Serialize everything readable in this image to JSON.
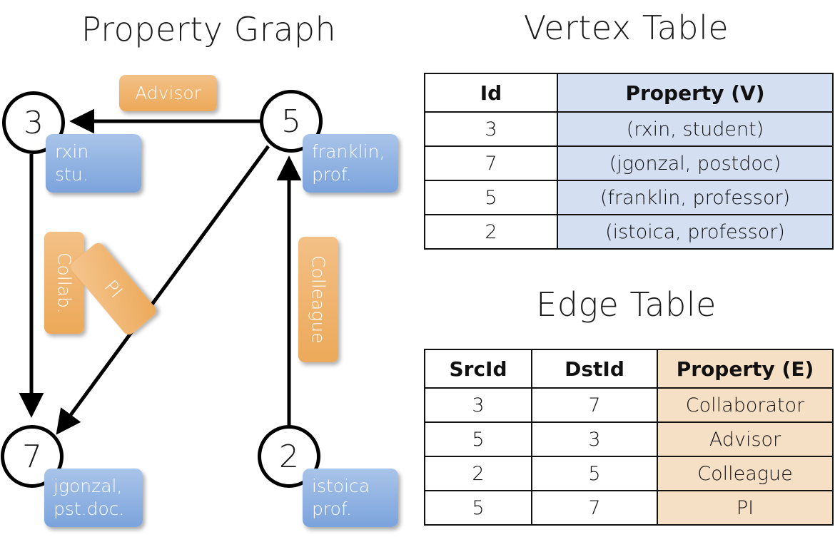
{
  "titles": {
    "property_graph": "Property Graph",
    "vertex_table": "Vertex Table",
    "edge_table": "Edge Table"
  },
  "colors": {
    "vertex_cell": "#d4dff1",
    "edge_cell": "#f5dfc5",
    "property_box": "#7ba3dc",
    "edge_label_box": "#eca959",
    "stroke": "#000000"
  },
  "graph": {
    "nodes": [
      {
        "id": "3",
        "property": "rxin\nstu."
      },
      {
        "id": "5",
        "property": "franklin,\nprof."
      },
      {
        "id": "7",
        "property": "jgonzal,\npst.doc."
      },
      {
        "id": "2",
        "property": "istoica\nprof."
      }
    ],
    "node_labels": {
      "n3": "3",
      "n5": "5",
      "n7": "7",
      "n2": "2"
    },
    "property_labels": {
      "p3_line1": "rxin",
      "p3_line2": "stu.",
      "p5_line1": "franklin,",
      "p5_line2": "prof.",
      "p7_line1": "jgonzal,",
      "p7_line2": "pst.doc.",
      "p2_line1": "istoica",
      "p2_line2": "prof."
    },
    "edge_labels": {
      "advisor": "Advisor",
      "collab": "Collab.",
      "pi": "PI",
      "colleague": "Colleague"
    },
    "edges": [
      {
        "src": "5",
        "dst": "3",
        "label": "Advisor"
      },
      {
        "src": "3",
        "dst": "7",
        "label": "Collab."
      },
      {
        "src": "5",
        "dst": "7",
        "label": "PI"
      },
      {
        "src": "2",
        "dst": "5",
        "label": "Colleague"
      }
    ]
  },
  "vertex_table": {
    "headers": [
      "Id",
      "Property (V)"
    ],
    "rows": [
      {
        "id": "3",
        "property": "(rxin, student)"
      },
      {
        "id": "7",
        "property": "(jgonzal, postdoc)"
      },
      {
        "id": "5",
        "property": "(franklin, professor)"
      },
      {
        "id": "2",
        "property": "(istoica, professor)"
      }
    ]
  },
  "edge_table": {
    "headers": [
      "SrcId",
      "DstId",
      "Property (E)"
    ],
    "rows": [
      {
        "src": "3",
        "dst": "7",
        "property": "Collaborator"
      },
      {
        "src": "5",
        "dst": "3",
        "property": "Advisor"
      },
      {
        "src": "2",
        "dst": "5",
        "property": "Colleague"
      },
      {
        "src": "5",
        "dst": "7",
        "property": "PI"
      }
    ]
  }
}
